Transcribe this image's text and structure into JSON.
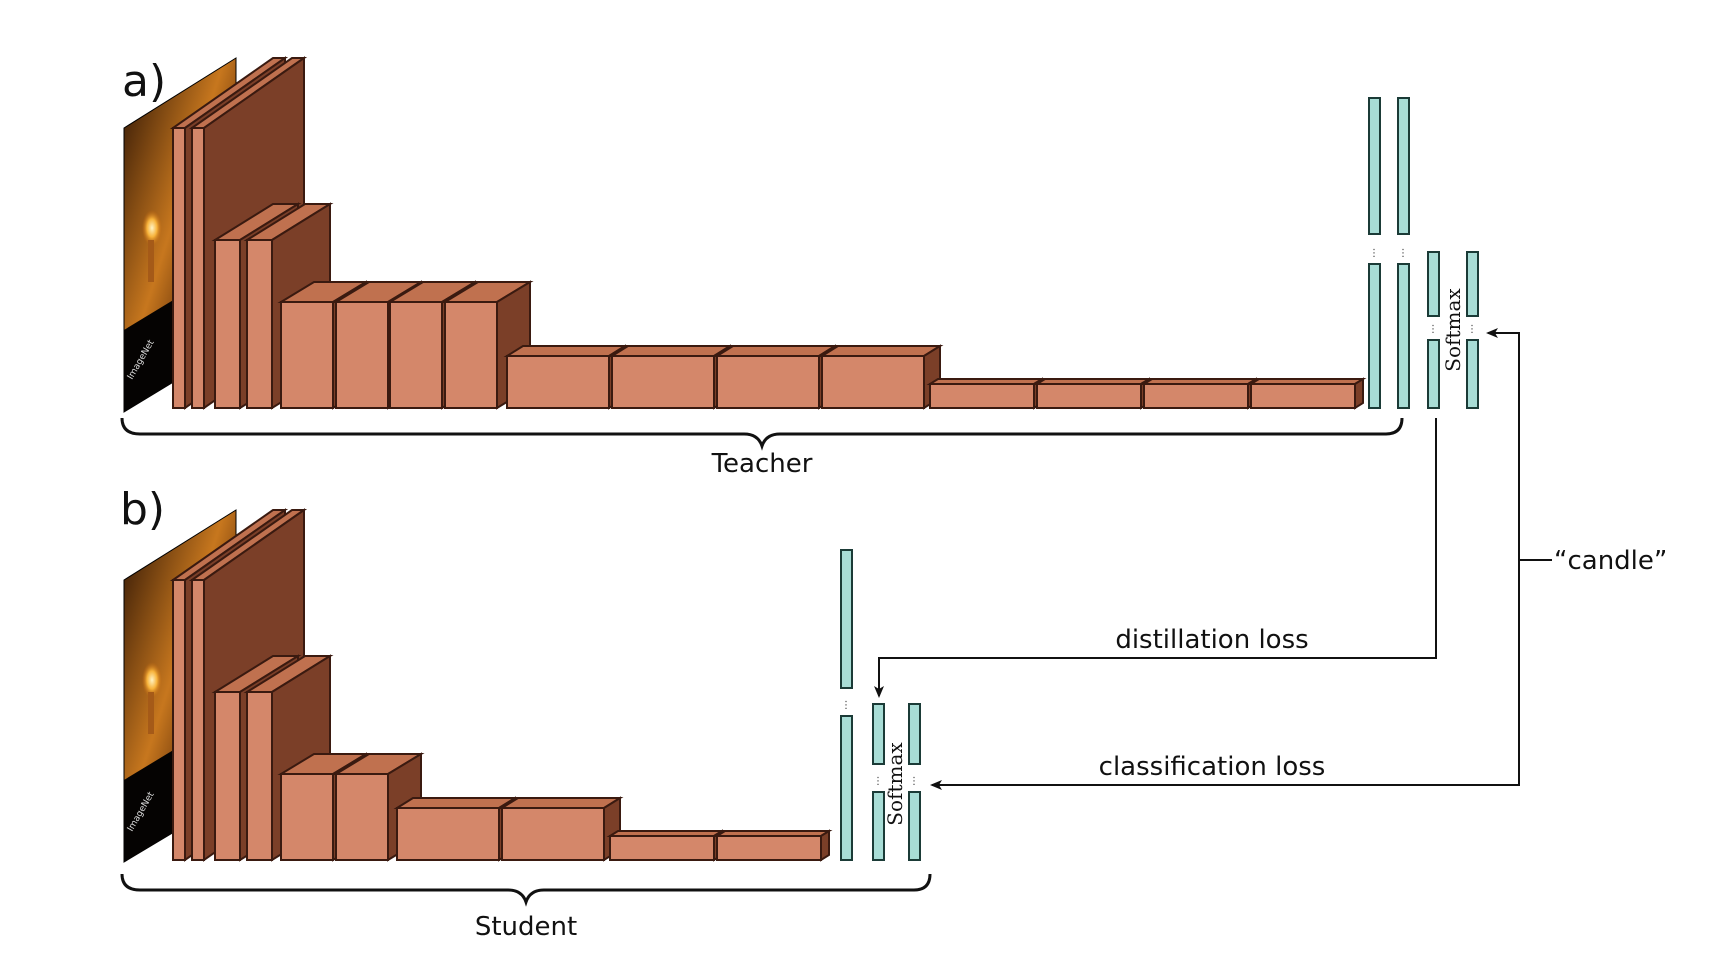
{
  "panels": {
    "a_label": "a)",
    "b_label": "b)"
  },
  "groups": {
    "teacher": "Teacher",
    "student": "Student"
  },
  "softmax": {
    "teacher": "Softmax",
    "student": "Softmax"
  },
  "losses": {
    "distillation": "distillation loss",
    "classification": "classification loss",
    "target_label": "“candle”"
  },
  "input_image": {
    "description_icon": "candle-photo-icon",
    "watermark": "ImageNet"
  },
  "colors": {
    "conv_front": "#d4876a",
    "conv_top": "#c0714f",
    "conv_side": "#7b3f28",
    "fc": "#a8ddd6"
  },
  "architecture": {
    "teacher_conv_stages": [
      2,
      2,
      4,
      4,
      4
    ],
    "student_conv_stages": [
      2,
      2,
      2,
      2,
      2
    ]
  }
}
